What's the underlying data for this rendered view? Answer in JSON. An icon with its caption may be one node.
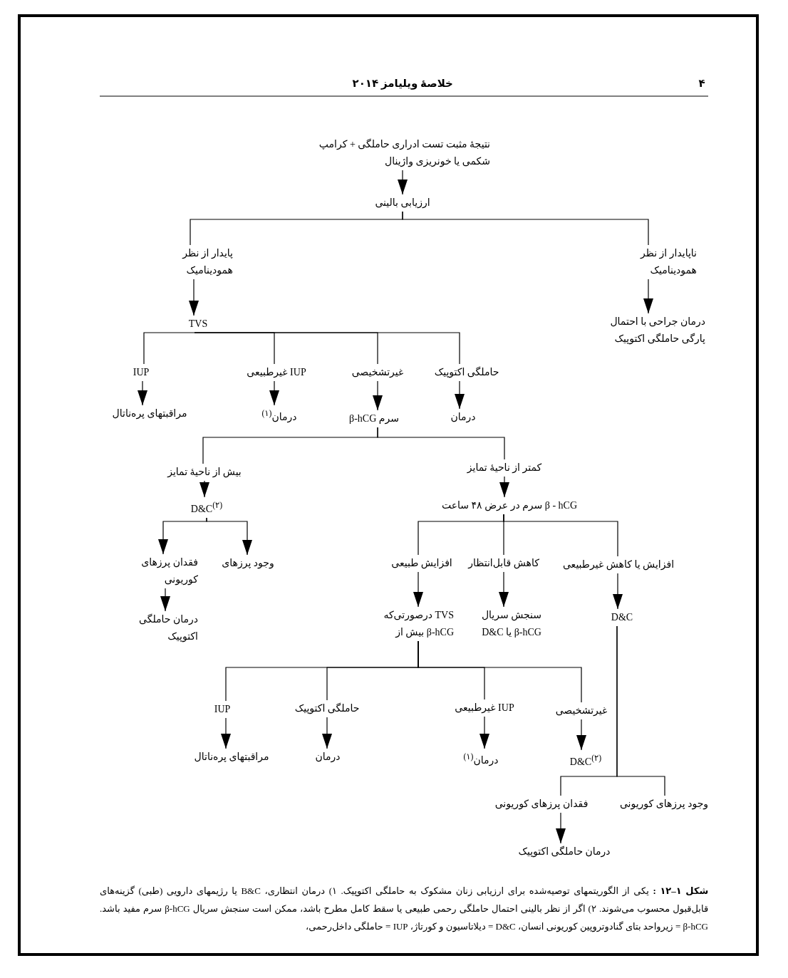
{
  "diagram": {
    "caption": "**شکل ۱–۱۲ :** یکی از الگوریتمهای توصیه‌شده برای ارزیابی زنان مشکوک به حاملگی اکتوپیک. ۱) درمان انتظاری، B&C یا رژیمهای دارویی (طبی) گزینه‌های قابل‌قبول محسوب می‌شوند. ۲) اگر از نظر بالینی احتمال حاملگی رحمی طبیعی یا سقط کامل مطرح باشد، ممکن است سنجش سریال β-hCG سرم مفید باشد. β-hCG = زیرواحد بتای گنادوتروپین کوریونی انسان، D&C = دیلاتاسیون و کورتاژ، IUP = حاملگی داخل‌رحمی،",
    "nodes": [
      {
        "text": [
          "نتیجهٔ مثبت تست ادراری حاملگی + کرامپ شکمی یا خونریزی واژینال"
        ]
      },
      {
        "text": [
          "ارزیابی بالینی"
        ]
      },
      {
        "text": [
          "پایدار از نظر همودینامیک"
        ]
      },
      {
        "text": [
          "ناپایدار از نظر همودینامیک"
        ]
      },
      {
        "text": [
          "TVS"
        ]
      },
      {
        "text": [
          "درمان جراحی با احتمال پارگی حاملگی اکتوپیک"
        ]
      },
      {
        "text": [
          "IUP"
        ]
      },
      {
        "text": [
          "IUP غیرطبیعی"
        ]
      },
      {
        "text": [
          "غیرتشخیصی"
        ]
      },
      {
        "text": [
          "حاملگی اکتوپیک"
        ]
      },
      {
        "text": [
          "مراقبتهای پره‌ناتال"
        ]
      },
      {
        "text": [
          "درمان$^{(۱)}$"
        ]
      },
      {
        "text": [
          "سرم β-hCG"
        ]
      },
      {
        "text": [
          "درمان"
        ]
      },
      {
        "text": [
          "بیش از ناحیهٔ تمایز"
        ]
      },
      {
        "text": [
          "کمتر از ناحیهٔ تمایز"
        ]
      },
      {
        "text": [
          "D&C$^{(۲)}$"
        ]
      },
      {
        "text": [
          "β - hCG سرم در عرض ۴۸ ساعت"
        ]
      },
      {
        "text": [
          "فقدان پرزهای کوریونی"
        ]
      },
      {
        "text": [
          "وجود پرزهای"
        ]
      },
      {
        "text": [
          "افزایش طبیعی"
        ]
      },
      {
        "text": [
          "کاهش قابل‌انتظار"
        ]
      },
      {
        "text": [
          "افزایش یا کاهش غیرطبیعی"
        ]
      },
      {
        "text": [
          "درمان حاملگی اکتوپیک"
        ]
      },
      {
        "text": [
          "TVS درصورتی‌که β-hCG بیش از"
        ]
      },
      {
        "text": [
          "سنجش سریال β-hCG یا D&C"
        ]
      },
      {
        "text": [
          "D&C"
        ]
      },
      {
        "text": [
          "IUP"
        ]
      },
      {
        "text": [
          "حاملگی اکتوپیک"
        ]
      },
      {
        "text": [
          "IUP غیرطبیعی"
        ]
      },
      {
        "text": [
          "غیرتشخیصی"
        ]
      },
      {
        "text": [
          "مراقبتهای پره‌ناتال"
        ]
      },
      {
        "text": [
          "درمان"
        ]
      },
      {
        "text": [
          "درمان$^{(۱)}$"
        ]
      },
      {
        "text": [
          "D&C$^{(۲)}$"
        ]
      },
      {
        "text": [
          "فقدان پرزهای کوریونی"
        ]
      },
      {
        "text": [
          "وجود پرزهای کوریونی"
        ]
      },
      {
        "text": [
          "درمان حاملگی اکتوپیک"
        ]
      }
    ],
    "edges": [
      {
        "from": 0,
        "to": 1,
        "arrow": "to"
      },
      {
        "from": 1,
        "to": 2,
        "arrow": "none"
      },
      {
        "from": 1,
        "to": 3,
        "arrow": "none"
      },
      {
        "from": 2,
        "to": 4,
        "arrow": "to"
      },
      {
        "from": 3,
        "to": 5,
        "arrow": "to"
      },
      {
        "from": 4,
        "to": 6,
        "arrow": "none"
      },
      {
        "from": 4,
        "to": 7,
        "arrow": "none"
      },
      {
        "from": 4,
        "to": 8,
        "arrow": "none"
      },
      {
        "from": 4,
        "to": 9,
        "arrow": "none"
      },
      {
        "from": 6,
        "to": 10,
        "arrow": "to"
      },
      {
        "from": 7,
        "to": 11,
        "arrow": "to"
      },
      {
        "from": 8,
        "to": 12,
        "arrow": "to"
      },
      {
        "from": 9,
        "to": 13,
        "arrow": "to"
      },
      {
        "from": 12,
        "to": 14,
        "arrow": "none"
      },
      {
        "from": 12,
        "to": 15,
        "arrow": "none"
      },
      {
        "from": 14,
        "to": 16,
        "arrow": "to"
      },
      {
        "from": 15,
        "to": 17,
        "arrow": "to"
      },
      {
        "from": 16,
        "to": 18,
        "arrow": "to"
      },
      {
        "from": 16,
        "to": 19,
        "arrow": "to"
      },
      {
        "from": 17,
        "to": 20,
        "arrow": "none"
      },
      {
        "from": 17,
        "to": 21,
        "arrow": "none"
      },
      {
        "from": 17,
        "to": 22,
        "arrow": "none"
      },
      {
        "from": 18,
        "to": 23,
        "arrow": "to"
      },
      {
        "from": 20,
        "to": 24,
        "arrow": "to"
      },
      {
        "from": 21,
        "to": 25,
        "arrow": "to"
      },
      {
        "from": 22,
        "to": 26,
        "arrow": "to"
      },
      {
        "from": 24,
        "to": 27,
        "arrow": "none"
      },
      {
        "from": 24,
        "to": 28,
        "arrow": "none"
      },
      {
        "from": 24,
        "to": 29,
        "arrow": "none"
      },
      {
        "from": 24,
        "to": 30,
        "arrow": "none"
      },
      {
        "from": 27,
        "to": 31,
        "arrow": "to"
      },
      {
        "from": 28,
        "to": 32,
        "arrow": "to"
      },
      {
        "from": 29,
        "to": 33,
        "arrow": "to"
      },
      {
        "from": 30,
        "to": 34,
        "arrow": "to"
      },
      {
        "from": 26,
        "to": 35,
        "arrow": "none"
      },
      {
        "from": 26,
        "to": 36,
        "arrow": "none"
      },
      {
        "from": 35,
        "to": 37,
        "arrow": "to"
      }
    ],
    "labels": [
      "۴",
      "خلاصهٔ ویلیامز ۲۰۱۴"
    ]
  }
}
